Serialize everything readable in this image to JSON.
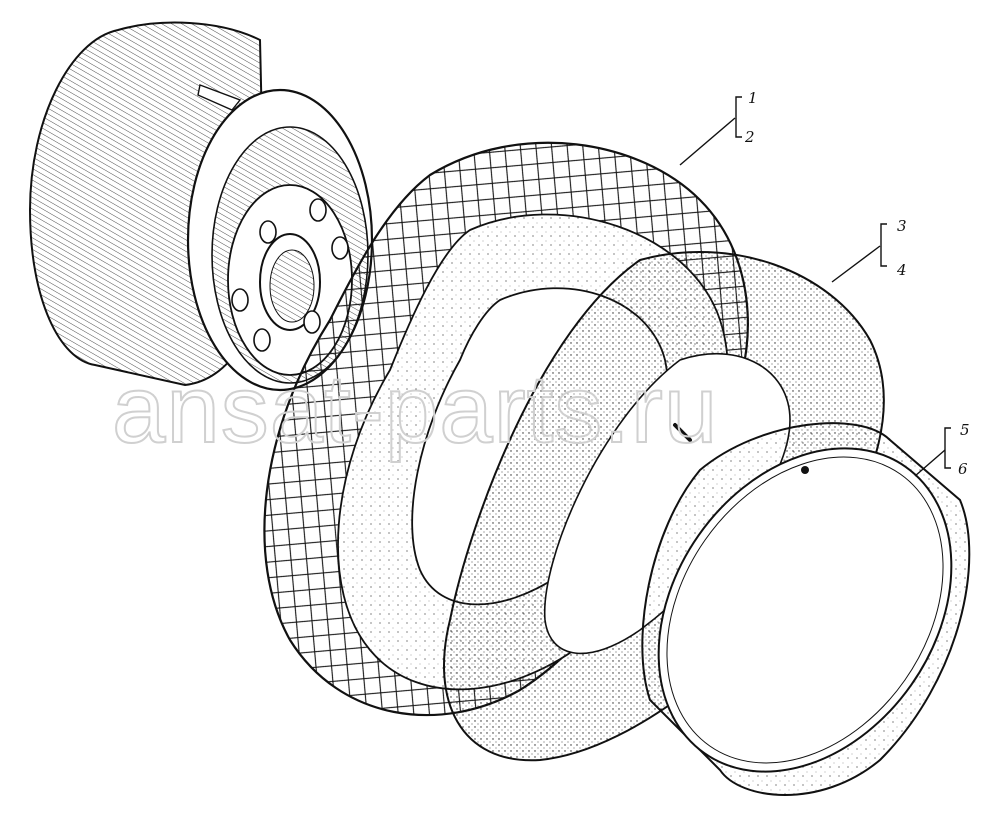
{
  "diagram": {
    "callouts": [
      {
        "group": "tire",
        "numbers": [
          "1",
          "2"
        ]
      },
      {
        "group": "inner-tube",
        "numbers": [
          "3",
          "4"
        ]
      },
      {
        "group": "rim-flap",
        "numbers": [
          "5",
          "6"
        ]
      }
    ],
    "watermark": "ansat-parts.ru",
    "colors": {
      "ink": "#111111",
      "watermark": "#d0d0d0",
      "background": "#ffffff"
    }
  }
}
